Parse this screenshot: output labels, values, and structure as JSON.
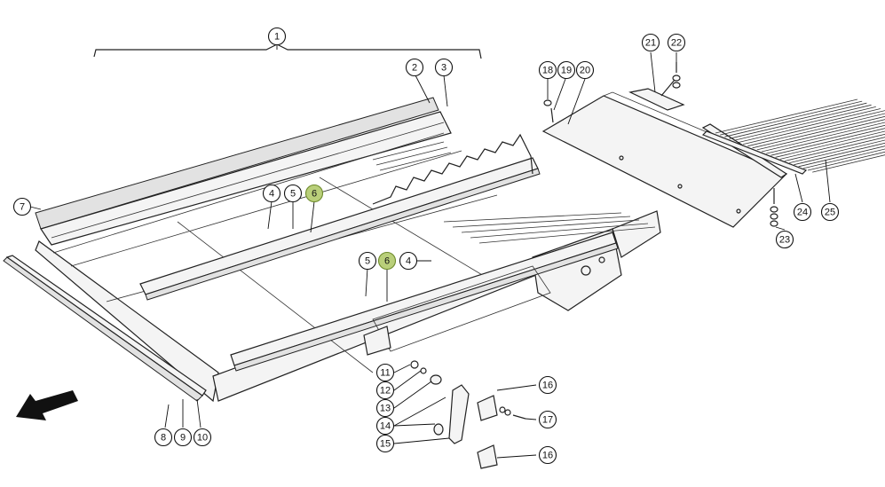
{
  "callouts": [
    {
      "id": "c1",
      "label": "1",
      "highlight": false
    },
    {
      "id": "c2",
      "label": "2",
      "highlight": false
    },
    {
      "id": "c3",
      "label": "3",
      "highlight": false
    },
    {
      "id": "c4a",
      "label": "4",
      "highlight": false
    },
    {
      "id": "c5a",
      "label": "5",
      "highlight": false
    },
    {
      "id": "c6a",
      "label": "6",
      "highlight": true
    },
    {
      "id": "c5b",
      "label": "5",
      "highlight": false
    },
    {
      "id": "c6b",
      "label": "6",
      "highlight": true
    },
    {
      "id": "c4b",
      "label": "4",
      "highlight": false
    },
    {
      "id": "c7",
      "label": "7",
      "highlight": false
    },
    {
      "id": "c8",
      "label": "8",
      "highlight": false
    },
    {
      "id": "c9",
      "label": "9",
      "highlight": false
    },
    {
      "id": "c10",
      "label": "10",
      "highlight": false
    },
    {
      "id": "c11",
      "label": "11",
      "highlight": false
    },
    {
      "id": "c12",
      "label": "12",
      "highlight": false
    },
    {
      "id": "c13",
      "label": "13",
      "highlight": false
    },
    {
      "id": "c14",
      "label": "14",
      "highlight": false
    },
    {
      "id": "c15",
      "label": "15",
      "highlight": false
    },
    {
      "id": "c16a",
      "label": "16",
      "highlight": false
    },
    {
      "id": "c17",
      "label": "17",
      "highlight": false
    },
    {
      "id": "c16b",
      "label": "16",
      "highlight": false
    },
    {
      "id": "c18",
      "label": "18",
      "highlight": false
    },
    {
      "id": "c19",
      "label": "19",
      "highlight": false
    },
    {
      "id": "c20",
      "label": "20",
      "highlight": false
    },
    {
      "id": "c21",
      "label": "21",
      "highlight": false
    },
    {
      "id": "c22",
      "label": "22",
      "highlight": false
    },
    {
      "id": "c23",
      "label": "23",
      "highlight": false
    },
    {
      "id": "c24",
      "label": "24",
      "highlight": false
    },
    {
      "id": "c25",
      "label": "25",
      "highlight": false
    }
  ],
  "colors": {
    "highlight_fill": "#b9cf7a",
    "line": "#222222",
    "background": "#ffffff"
  },
  "icons": {
    "direction_arrow": "arrow-down-left-icon"
  }
}
